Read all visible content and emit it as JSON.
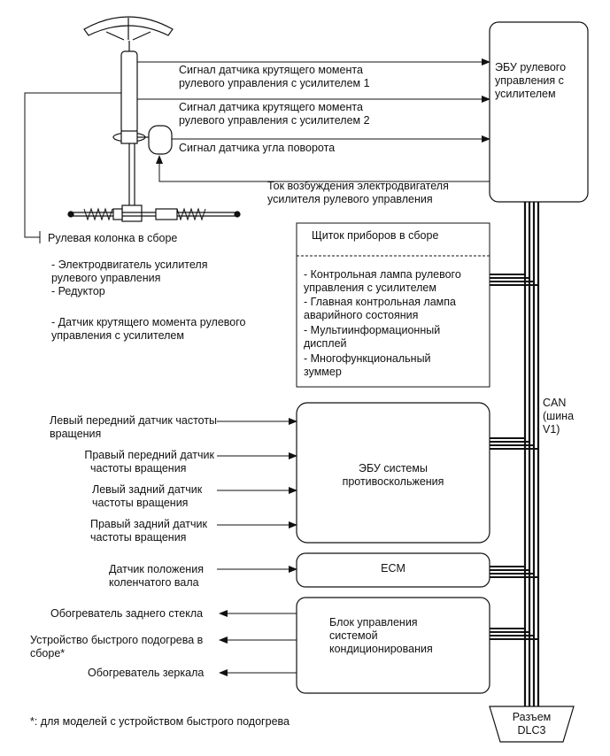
{
  "ecu_eps": [
    "ЭБУ рулевого",
    "управления с",
    "усилителем"
  ],
  "signals": {
    "torque1": [
      "Сигнал датчика крутящего момента",
      "рулевого управления с усилителем 1"
    ],
    "torque2": [
      "Сигнал датчика крутящего момента",
      "рулевого управления с усилителем 2"
    ],
    "angle": "Сигнал датчика угла поворота",
    "motor_current": [
      "Ток возбуждения электродвигателя",
      "усилителя рулевого управления"
    ]
  },
  "column": {
    "title": "Рулевая колонка в сборе",
    "items": [
      "- Электродвигатель усилителя",
      "рулевого управления",
      "- Редуктор",
      "- Датчик крутящего момента рулевого",
      "управления с усилителем"
    ]
  },
  "combination_meter": {
    "title": "Щиток приборов в сборе",
    "items": [
      "- Контрольная лампа рулевого",
      "управления с усилителем",
      "- Главная контрольная лампа",
      "аварийного состояния",
      "- Мультиинформационный",
      "дисплей",
      "- Многофункциональный",
      "зуммер"
    ]
  },
  "can": [
    "CAN",
    "(шина",
    "V1)"
  ],
  "speed_sensors": [
    [
      "Левый передний датчик частоты",
      "вращения"
    ],
    [
      "Правый передний датчик",
      "частоты вращения"
    ],
    [
      "Левый задний датчик",
      "частоты вращения"
    ],
    [
      "Правый задний датчик",
      "частоты вращения"
    ]
  ],
  "skid_ecu": [
    "ЭБУ системы",
    "противоскольжения"
  ],
  "crank_sensor": [
    "Датчик положения",
    "коленчатого вала"
  ],
  "ecm": "ECM",
  "ac": [
    "Блок управления",
    "системой",
    "кондиционирования"
  ],
  "outputs": {
    "rear_defogger": "Обогреватель заднего стекла",
    "quick_heater": [
      "Устройство быстрого подогрева в",
      "сборе*"
    ],
    "mirror_heater": "Обогреватель зеркала"
  },
  "dlc": [
    "Разъем",
    "DLC3"
  ],
  "footnote": "*: для моделей с устройством быстрого подогрева"
}
